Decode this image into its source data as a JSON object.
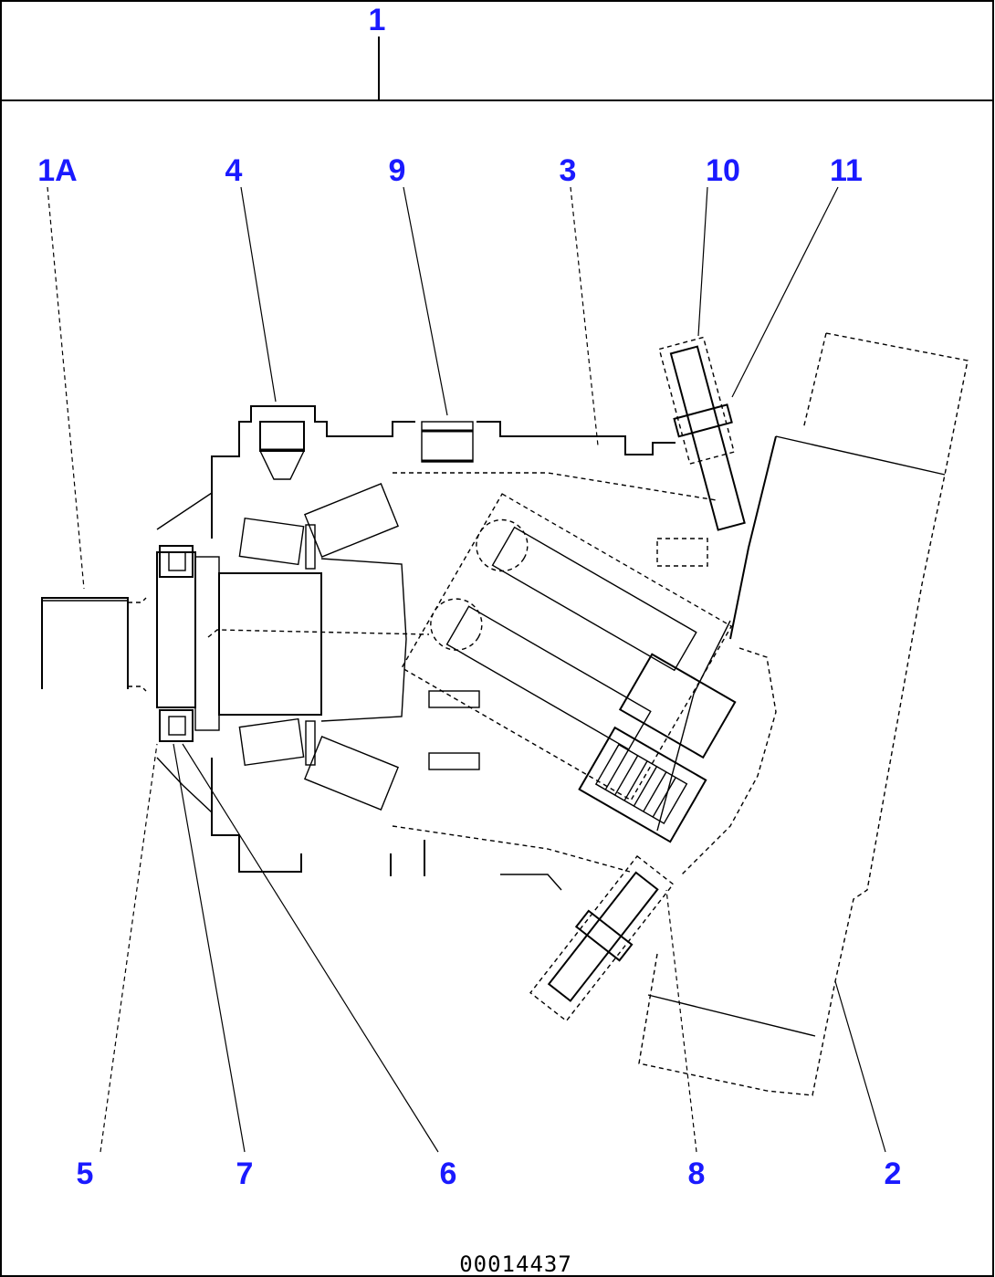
{
  "callouts": {
    "c1": "1",
    "c1a": "1A",
    "c2": "2",
    "c3": "3",
    "c4": "4",
    "c5": "5",
    "c6": "6",
    "c7": "7",
    "c8": "8",
    "c9": "9",
    "c10": "10",
    "c11": "11"
  },
  "drawing_number": "00014437",
  "colors": {
    "callout": "#1a1aff",
    "line": "#000000"
  }
}
